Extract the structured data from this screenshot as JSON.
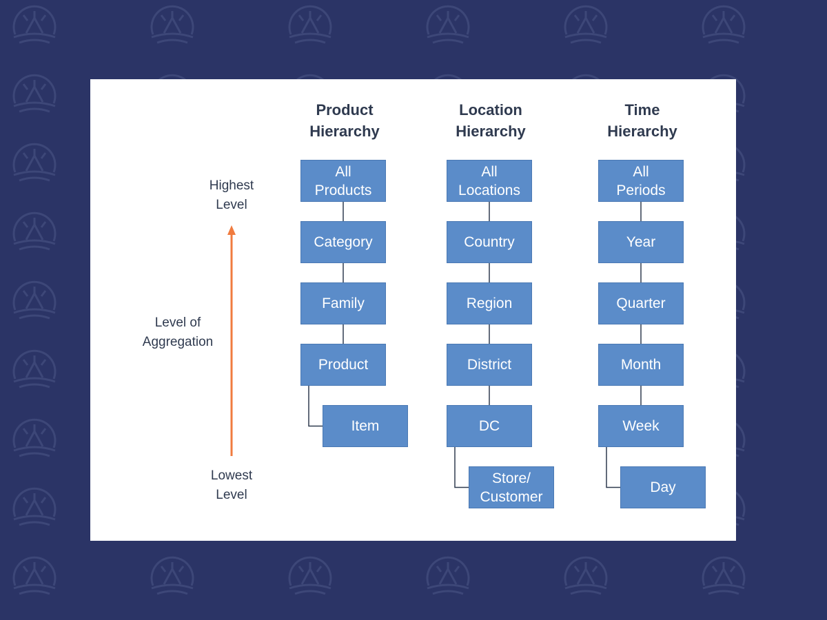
{
  "side_labels": {
    "highest": [
      "Highest",
      "Level"
    ],
    "aggregation": [
      "Level of",
      "Aggregation"
    ],
    "lowest": [
      "Lowest",
      "Level"
    ]
  },
  "hierarchies": [
    {
      "title": [
        "Product",
        "Hierarchy"
      ],
      "levels": [
        [
          "All",
          "Products"
        ],
        [
          "Category"
        ],
        [
          "Family"
        ],
        [
          "Product"
        ],
        [
          "Item"
        ]
      ]
    },
    {
      "title": [
        "Location",
        "Hierarchy"
      ],
      "levels": [
        [
          "All",
          "Locations"
        ],
        [
          "Country"
        ],
        [
          "Region"
        ],
        [
          "District"
        ],
        [
          "DC"
        ],
        [
          "Store/",
          "Customer"
        ]
      ]
    },
    {
      "title": [
        "Time",
        "Hierarchy"
      ],
      "levels": [
        [
          "All",
          "Periods"
        ],
        [
          "Year"
        ],
        [
          "Quarter"
        ],
        [
          "Month"
        ],
        [
          "Week"
        ],
        [
          "Day"
        ]
      ]
    }
  ],
  "colors": {
    "background": "#2b3466",
    "box_fill": "#5b8cc9",
    "arrow": "#f07b3f"
  }
}
